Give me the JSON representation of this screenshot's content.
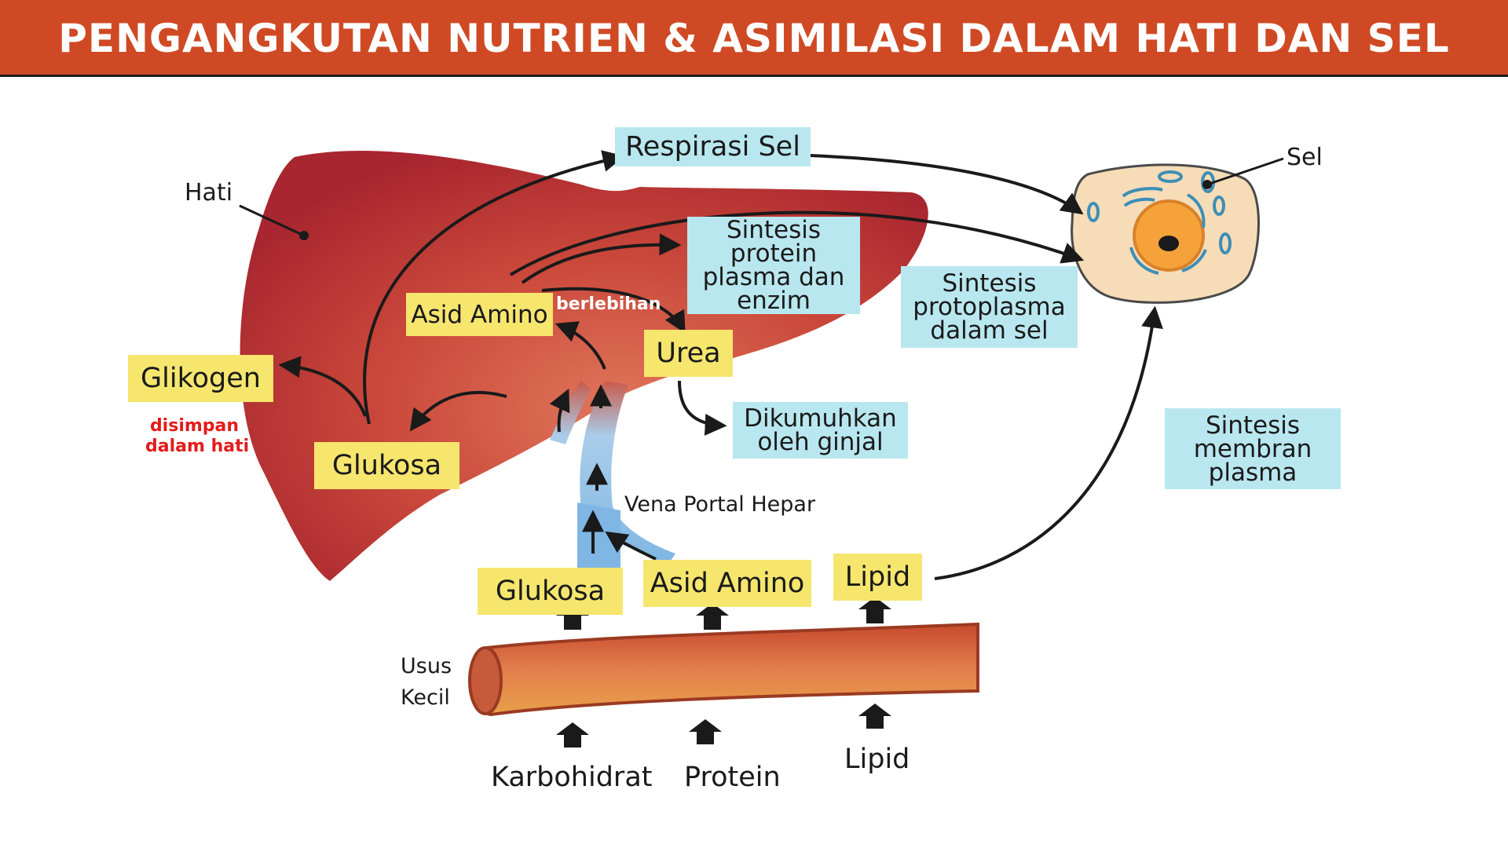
{
  "header": {
    "title": "PENGANGKUTAN NUTRIEN & ASIMILASI DALAM HATI DAN SEL",
    "background": "#cf4a24"
  },
  "labels": {
    "hati": "Hati",
    "sel": "Sel",
    "usus_line1": "Usus",
    "usus_line2": "Kecil",
    "vena": "Vena Portal Hepar",
    "karbohidrat": "Karbohidrat",
    "protein": "Protein",
    "lipid_bottom": "Lipid",
    "berlebihan": "berlebihan",
    "disimpan_line1": "disimpan",
    "disimpan_line2": "dalam hati"
  },
  "yellow_boxes": {
    "glikogen": "Glikogen",
    "glukosa_liver": "Glukosa",
    "asid_amino_liver": "Asid Amino",
    "urea": "Urea",
    "glukosa_bottom": "Glukosa",
    "asid_amino_bottom": "Asid Amino",
    "lipid_bottom": "Lipid"
  },
  "blue_boxes": {
    "respirasi_sel": "Respirasi Sel",
    "sintesis_protein": [
      "Sintesis",
      "protein",
      "plasma dan",
      "enzim"
    ],
    "sintesis_protoplasma": [
      "Sintesis",
      "protoplasma",
      "dalam sel"
    ],
    "dikumuhkan": [
      "Dikumuhkan",
      "oleh ginjal"
    ],
    "sintesis_membran": [
      "Sintesis",
      "membran",
      "plasma"
    ]
  },
  "colors": {
    "liver": "#c9473a",
    "liver_dark": "#a8262f",
    "yellow_box": "#f6e66d",
    "blue_box": "#b9e7ef",
    "vein": "#8ec3e8",
    "intestine": "#d9623c",
    "cell": "#f7dcb8",
    "nucleus": "#f5a23a",
    "note_red": "#e31b1b"
  }
}
